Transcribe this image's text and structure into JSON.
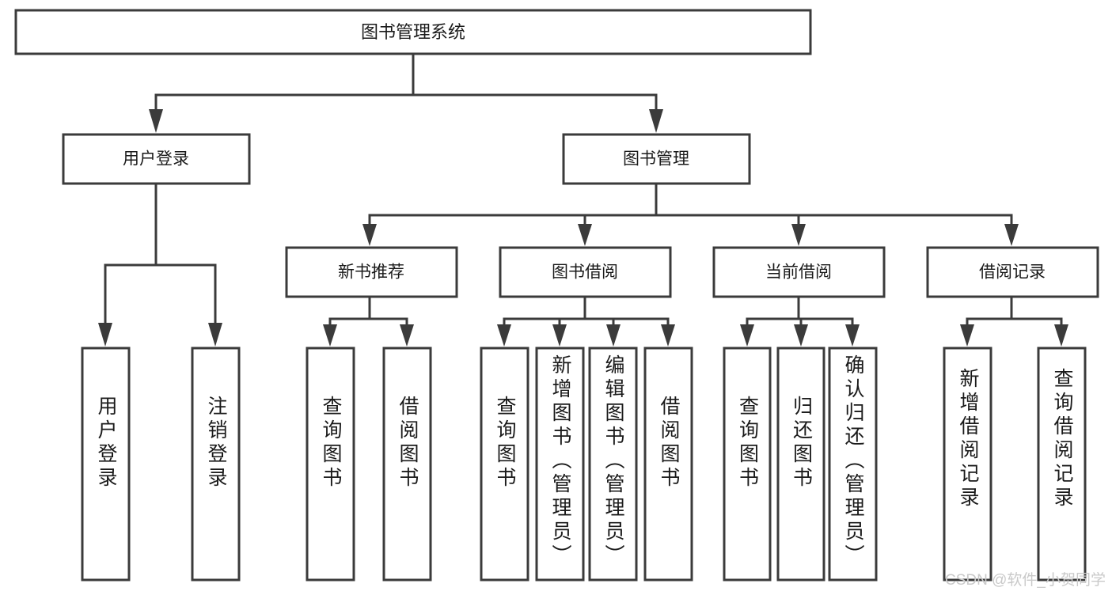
{
  "diagram": {
    "title": "图书管理系统",
    "type": "hierarchy-tree",
    "root": {
      "label": "图书管理系统"
    },
    "level1": [
      {
        "label": "用户登录"
      },
      {
        "label": "图书管理"
      }
    ],
    "level2": [
      {
        "label": "新书推荐"
      },
      {
        "label": "图书借阅"
      },
      {
        "label": "当前借阅"
      },
      {
        "label": "借阅记录"
      }
    ],
    "leaves": {
      "user_login": [
        {
          "label": "用户登录"
        },
        {
          "label": "注销登录"
        }
      ],
      "new_book_recommend": [
        {
          "label": "查询图书"
        },
        {
          "label": "借阅图书"
        }
      ],
      "book_borrow": [
        {
          "label": "查询图书"
        },
        {
          "label": "新增图书（管理员）"
        },
        {
          "label": "编辑图书（管理员）"
        },
        {
          "label": "借阅图书"
        }
      ],
      "current_borrow": [
        {
          "label": "查询图书"
        },
        {
          "label": "归还图书"
        },
        {
          "label": "确认归还（管理员）"
        }
      ],
      "borrow_record": [
        {
          "label": "新增借阅记录"
        },
        {
          "label": "查询借阅记录"
        }
      ]
    },
    "watermark": "CSDN @软件_小贺同学",
    "colors": {
      "stroke": "#3b3b3b",
      "fill": "#ffffff",
      "text": "#1a1a1a",
      "watermark": "#c9c9c9"
    }
  }
}
